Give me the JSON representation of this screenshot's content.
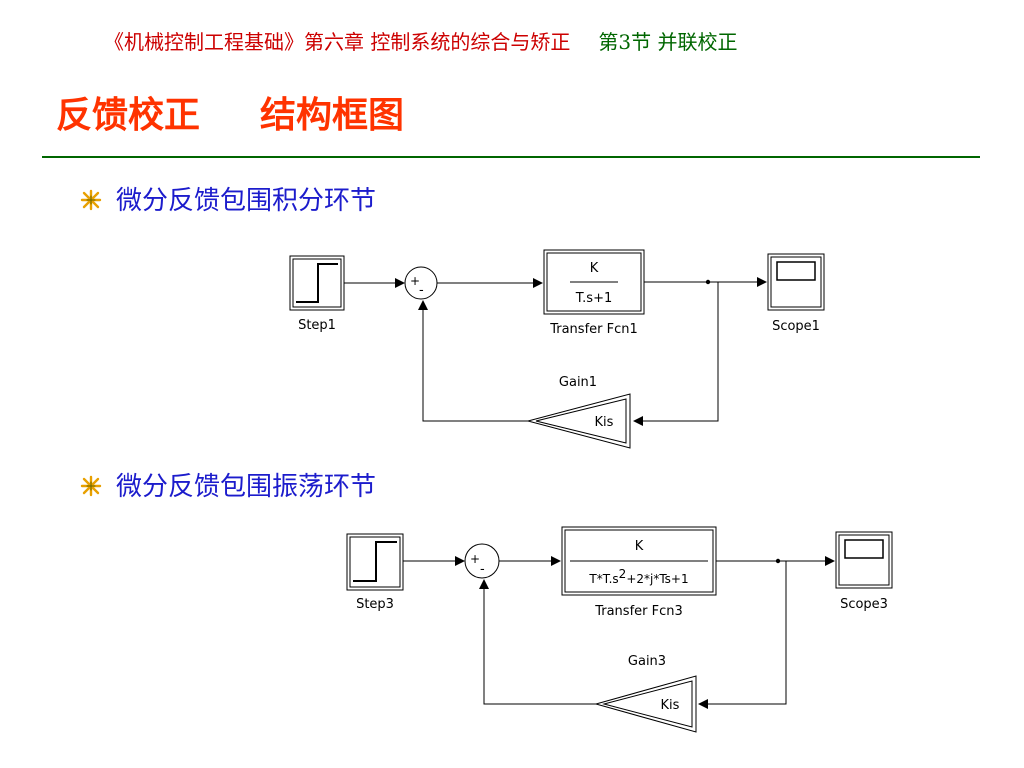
{
  "header": {
    "course": "《机械控制工程基础》第六章 控制系统的综合与矫正",
    "section": "第3节 并联校正"
  },
  "title": {
    "part1": "反馈校正",
    "part2": "结构框图"
  },
  "bullets": [
    "微分反馈包围积分环节",
    "微分反馈包围振荡环节"
  ],
  "diagram1": {
    "step_label": "Step1",
    "sum_signs": {
      "plus": "+",
      "minus": "-"
    },
    "tf_numerator": "K",
    "tf_denominator": "T.s+1",
    "tf_label": "Transfer Fcn1",
    "scope_label": "Scope1",
    "gain_label": "Gain1",
    "gain_value": "Kis"
  },
  "diagram2": {
    "step_label": "Step3",
    "sum_signs": {
      "plus": "+",
      "minus": "-"
    },
    "tf_numerator": "K",
    "tf_den_part1": "T*T.s",
    "tf_den_sup": "2",
    "tf_den_part2": "+2*j*Ts+1",
    "tf_label": "Transfer Fcn3",
    "scope_label": "Scope3",
    "gain_label": "Gain3",
    "gain_value": "Kis"
  },
  "colors": {
    "header_course": "#cc0000",
    "header_section": "#006600",
    "title": "#ff3300",
    "rule": "#006600",
    "bullet_text": "#1c1ccc",
    "bullet_icon": "#e8a000"
  }
}
